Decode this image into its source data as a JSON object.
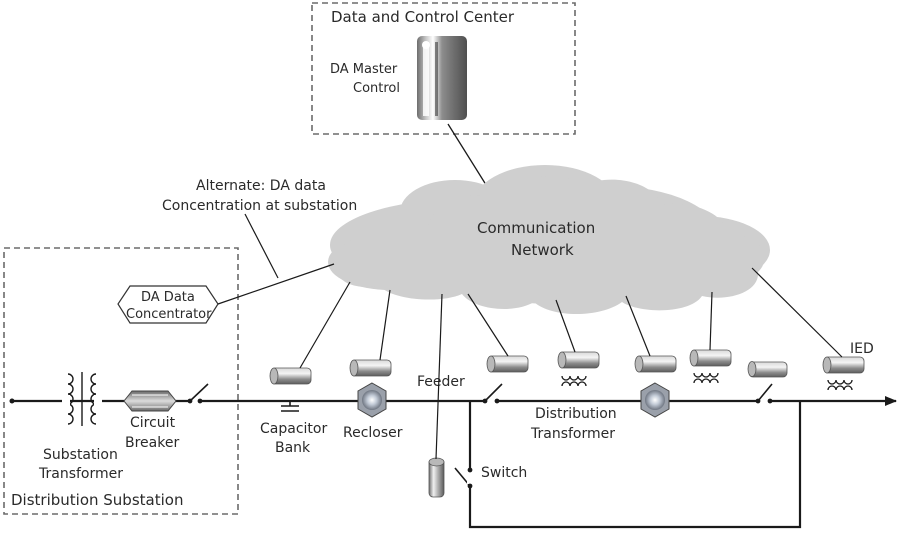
{
  "control_center": {
    "title": "Data and Control Center",
    "master_line1": "DA Master",
    "master_line2": "Control"
  },
  "network": {
    "line1": "Communication",
    "line2": "Network"
  },
  "alternate": {
    "line1": "Alternate: DA data",
    "line2": "Concentration at substation"
  },
  "concentrator": {
    "line1": "DA Data",
    "line2": "Concentrator"
  },
  "substation": {
    "title": "Distribution Substation",
    "transformer_line1": "Substation",
    "transformer_line2": "Transformer",
    "breaker_line1": "Circuit",
    "breaker_line2": "Breaker"
  },
  "feeder": {
    "label": "Feeder",
    "capacitor_line1": "Capacitor",
    "capacitor_line2": "Bank",
    "recloser": "Recloser",
    "dist_transformer_line1": "Distribution",
    "dist_transformer_line2": "Transformer",
    "switch": "Switch",
    "ied": "IED"
  },
  "colors": {
    "line": "#1a1a1a",
    "dashed_border": "#6b6b6b",
    "cloud": "#cfcfcf",
    "device": "#8a8a8a"
  }
}
